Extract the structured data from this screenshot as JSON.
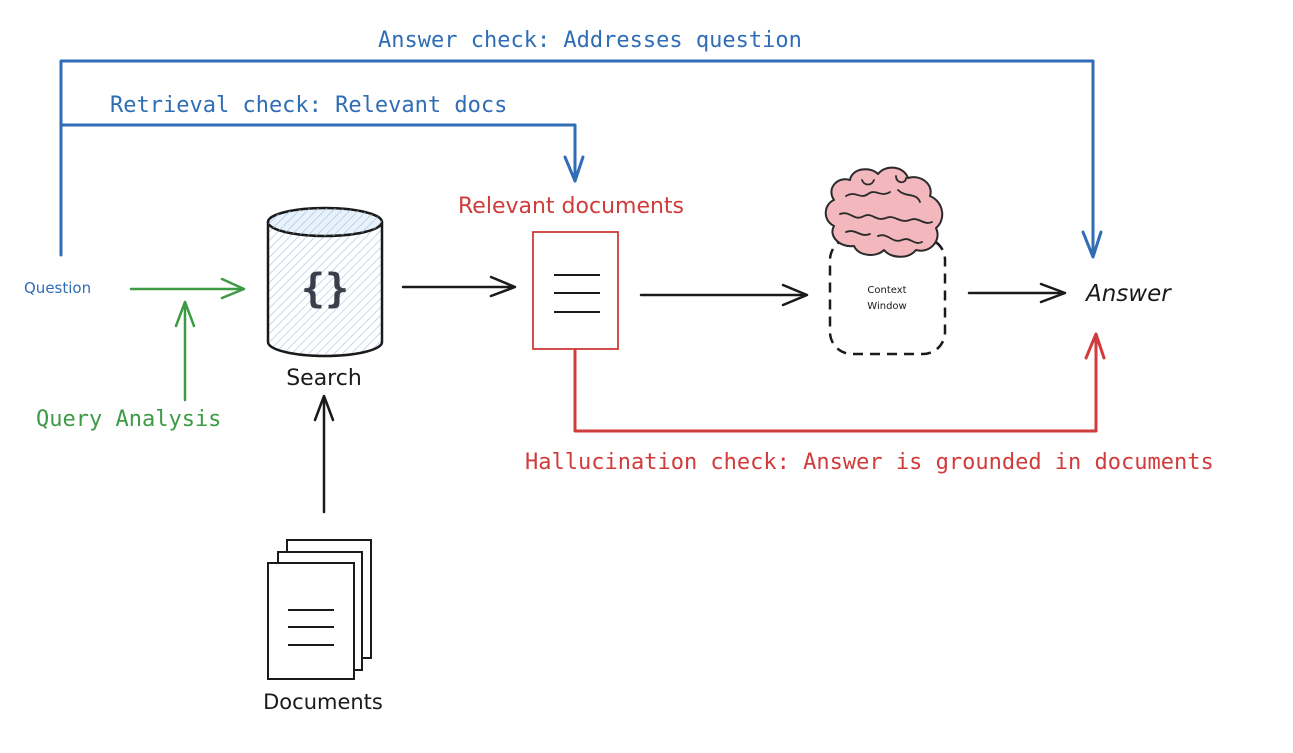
{
  "labels": {
    "answer_check": "Answer check: Addresses question",
    "retrieval_check": "Retrieval check: Relevant docs",
    "question": "Question",
    "query_analysis": "Query Analysis",
    "search": "Search",
    "search_glyph": "{}",
    "relevant_documents": "Relevant documents",
    "context_window_line1": "Context",
    "context_window_line2": "Window",
    "answer": "Answer",
    "hallucination_check": "Hallucination check: Answer is grounded in documents",
    "documents": "Documents"
  },
  "colors": {
    "blue": "#2f6db5",
    "green": "#3d9a45",
    "red": "#d03b3b",
    "black": "#1a1a1a",
    "brain_fill": "#f2b8bd",
    "brain_stroke": "#2a2a2a",
    "db_fill": "#d6e4f3"
  },
  "icons": {
    "database": "database-cylinder-icon",
    "brain": "brain-icon",
    "document": "document-icon",
    "document_stack": "document-stack-icon"
  }
}
